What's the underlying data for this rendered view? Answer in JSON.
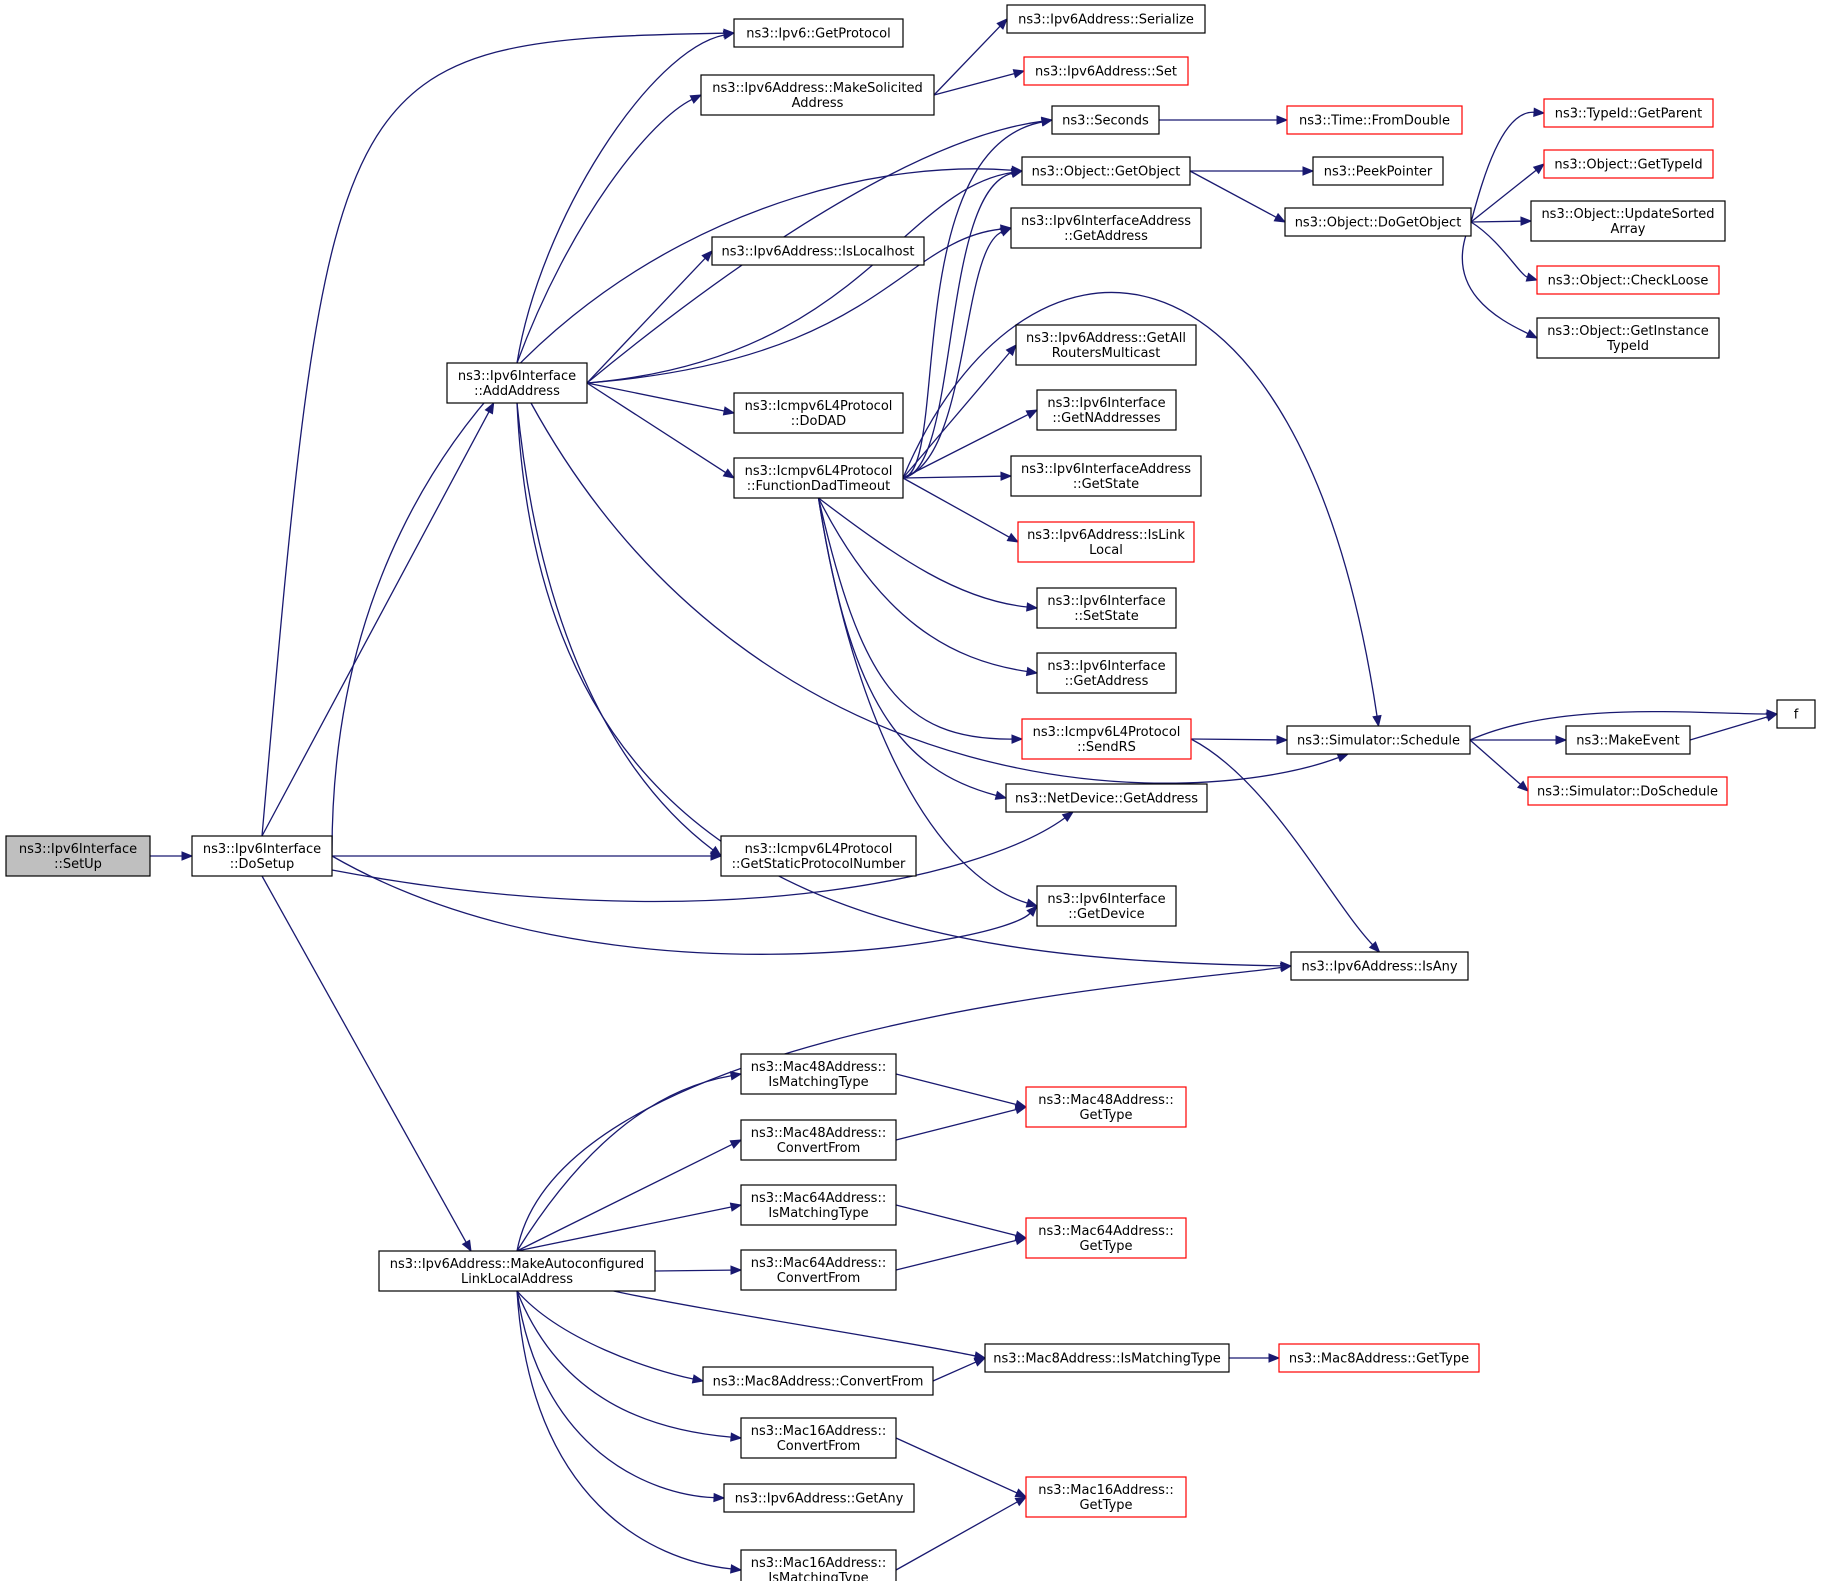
{
  "colors": {
    "edge": "#191970",
    "node_border": "#000000",
    "truncated_border": "#ff0000",
    "selected_fill": "#bfbfbf"
  },
  "nodes": [
    {
      "id": "setup",
      "lines": [
        "ns3::Ipv6Interface",
        "::SetUp"
      ],
      "root": true
    },
    {
      "id": "dosetup",
      "lines": [
        "ns3::Ipv6Interface",
        "::DoSetup"
      ]
    },
    {
      "id": "addaddress",
      "lines": [
        "ns3::Ipv6Interface",
        "::AddAddress"
      ]
    },
    {
      "id": "makeautoconf",
      "lines": [
        "ns3::Ipv6Address::MakeAutoconfigured",
        "LinkLocalAddress"
      ]
    },
    {
      "id": "ipv6getprotocol",
      "lines": [
        "ns3::Ipv6::GetProtocol"
      ]
    },
    {
      "id": "makesolicited",
      "lines": [
        "ns3::Ipv6Address::MakeSolicited",
        "Address"
      ]
    },
    {
      "id": "islocalhost",
      "lines": [
        "ns3::Ipv6Address::IsLocalhost"
      ]
    },
    {
      "id": "dodad",
      "lines": [
        "ns3::Icmpv6L4Protocol",
        "::DoDAD"
      ]
    },
    {
      "id": "functiondad",
      "lines": [
        "ns3::Icmpv6L4Protocol",
        "::FunctionDadTimeout"
      ]
    },
    {
      "id": "getstaticproto",
      "lines": [
        "ns3::Icmpv6L4Protocol",
        "::GetStaticProtocolNumber"
      ]
    },
    {
      "id": "mac48ismatch",
      "lines": [
        "ns3::Mac48Address::",
        "IsMatchingType"
      ]
    },
    {
      "id": "mac48convert",
      "lines": [
        "ns3::Mac48Address::",
        "ConvertFrom"
      ]
    },
    {
      "id": "mac64ismatch",
      "lines": [
        "ns3::Mac64Address::",
        "IsMatchingType"
      ]
    },
    {
      "id": "mac64convert",
      "lines": [
        "ns3::Mac64Address::",
        "ConvertFrom"
      ]
    },
    {
      "id": "mac8convert",
      "lines": [
        "ns3::Mac8Address::ConvertFrom"
      ]
    },
    {
      "id": "mac16convert",
      "lines": [
        "ns3::Mac16Address::",
        "ConvertFrom"
      ]
    },
    {
      "id": "getany",
      "lines": [
        "ns3::Ipv6Address::GetAny"
      ]
    },
    {
      "id": "mac16ismatch",
      "lines": [
        "ns3::Mac16Address::",
        "IsMatchingType"
      ]
    },
    {
      "id": "serialize",
      "lines": [
        "ns3::Ipv6Address::Serialize"
      ]
    },
    {
      "id": "ipv6set",
      "lines": [
        "ns3::Ipv6Address::Set"
      ],
      "truncated": true
    },
    {
      "id": "seconds",
      "lines": [
        "ns3::Seconds"
      ]
    },
    {
      "id": "getobject",
      "lines": [
        "ns3::Object::GetObject"
      ]
    },
    {
      "id": "ifaddrgetaddress",
      "lines": [
        "ns3::Ipv6InterfaceAddress",
        "::GetAddress"
      ]
    },
    {
      "id": "getallrouters",
      "lines": [
        "ns3::Ipv6Address::GetAll",
        "RoutersMulticast"
      ]
    },
    {
      "id": "getnaddresses",
      "lines": [
        "ns3::Ipv6Interface",
        "::GetNAddresses"
      ]
    },
    {
      "id": "ifaddrgetstate",
      "lines": [
        "ns3::Ipv6InterfaceAddress",
        "::GetState"
      ]
    },
    {
      "id": "islinklocal",
      "lines": [
        "ns3::Ipv6Address::IsLink",
        "Local"
      ],
      "truncated": true
    },
    {
      "id": "setstate",
      "lines": [
        "ns3::Ipv6Interface",
        "::SetState"
      ]
    },
    {
      "id": "ifgetaddress",
      "lines": [
        "ns3::Ipv6Interface",
        "::GetAddress"
      ]
    },
    {
      "id": "sendrs",
      "lines": [
        "ns3::Icmpv6L4Protocol",
        "::SendRS"
      ],
      "truncated": true
    },
    {
      "id": "netdevgetaddress",
      "lines": [
        "ns3::NetDevice::GetAddress"
      ]
    },
    {
      "id": "getdevice",
      "lines": [
        "ns3::Ipv6Interface",
        "::GetDevice"
      ]
    },
    {
      "id": "mac48gettype",
      "lines": [
        "ns3::Mac48Address::",
        "GetType"
      ],
      "truncated": true
    },
    {
      "id": "mac64gettype",
      "lines": [
        "ns3::Mac64Address::",
        "GetType"
      ],
      "truncated": true
    },
    {
      "id": "mac8ismatch",
      "lines": [
        "ns3::Mac8Address::IsMatchingType"
      ]
    },
    {
      "id": "mac16gettype",
      "lines": [
        "ns3::Mac16Address::",
        "GetType"
      ],
      "truncated": true
    },
    {
      "id": "fromdouble",
      "lines": [
        "ns3::Time::FromDouble"
      ],
      "truncated": true
    },
    {
      "id": "peekpointer",
      "lines": [
        "ns3::PeekPointer"
      ]
    },
    {
      "id": "dogetobject",
      "lines": [
        "ns3::Object::DoGetObject"
      ]
    },
    {
      "id": "schedule",
      "lines": [
        "ns3::Simulator::Schedule"
      ]
    },
    {
      "id": "isany",
      "lines": [
        "ns3::Ipv6Address::IsAny"
      ]
    },
    {
      "id": "mac8gettype",
      "lines": [
        "ns3::Mac8Address::GetType"
      ],
      "truncated": true
    },
    {
      "id": "getparent",
      "lines": [
        "ns3::TypeId::GetParent"
      ],
      "truncated": true
    },
    {
      "id": "gettypeid",
      "lines": [
        "ns3::Object::GetTypeId"
      ],
      "truncated": true
    },
    {
      "id": "updatesorted",
      "lines": [
        "ns3::Object::UpdateSorted",
        "Array"
      ]
    },
    {
      "id": "checkloose",
      "lines": [
        "ns3::Object::CheckLoose"
      ],
      "truncated": true
    },
    {
      "id": "getinstance",
      "lines": [
        "ns3::Object::GetInstance",
        "TypeId"
      ]
    },
    {
      "id": "makeevent",
      "lines": [
        "ns3::MakeEvent"
      ]
    },
    {
      "id": "doschedule",
      "lines": [
        "ns3::Simulator::DoSchedule"
      ],
      "truncated": true
    },
    {
      "id": "f",
      "lines": [
        "f"
      ]
    }
  ],
  "edges": [
    [
      "setup",
      "dosetup"
    ],
    [
      "dosetup",
      "ipv6getprotocol"
    ],
    [
      "dosetup",
      "addaddress"
    ],
    [
      "dosetup",
      "getobject"
    ],
    [
      "dosetup",
      "getstaticproto"
    ],
    [
      "dosetup",
      "netdevgetaddress"
    ],
    [
      "dosetup",
      "getdevice"
    ],
    [
      "dosetup",
      "makeautoconf"
    ],
    [
      "addaddress",
      "ipv6getprotocol"
    ],
    [
      "addaddress",
      "makesolicited"
    ],
    [
      "addaddress",
      "seconds"
    ],
    [
      "addaddress",
      "getobject"
    ],
    [
      "addaddress",
      "islocalhost"
    ],
    [
      "addaddress",
      "ifaddrgetaddress"
    ],
    [
      "addaddress",
      "dodad"
    ],
    [
      "addaddress",
      "functiondad"
    ],
    [
      "addaddress",
      "getstaticproto"
    ],
    [
      "addaddress",
      "schedule"
    ],
    [
      "addaddress",
      "isany"
    ],
    [
      "makesolicited",
      "serialize"
    ],
    [
      "makesolicited",
      "ipv6set"
    ],
    [
      "functiondad",
      "seconds"
    ],
    [
      "functiondad",
      "getobject"
    ],
    [
      "functiondad",
      "ifaddrgetaddress"
    ],
    [
      "functiondad",
      "schedule"
    ],
    [
      "functiondad",
      "getallrouters"
    ],
    [
      "functiondad",
      "getnaddresses"
    ],
    [
      "functiondad",
      "ifaddrgetstate"
    ],
    [
      "functiondad",
      "islinklocal"
    ],
    [
      "functiondad",
      "setstate"
    ],
    [
      "functiondad",
      "ifgetaddress"
    ],
    [
      "functiondad",
      "sendrs"
    ],
    [
      "functiondad",
      "netdevgetaddress"
    ],
    [
      "functiondad",
      "getdevice"
    ],
    [
      "seconds",
      "fromdouble"
    ],
    [
      "getobject",
      "peekpointer"
    ],
    [
      "getobject",
      "dogetobject"
    ],
    [
      "dogetobject",
      "getparent"
    ],
    [
      "dogetobject",
      "gettypeid"
    ],
    [
      "dogetobject",
      "updatesorted"
    ],
    [
      "dogetobject",
      "checkloose"
    ],
    [
      "dogetobject",
      "getinstance"
    ],
    [
      "sendrs",
      "schedule"
    ],
    [
      "sendrs",
      "isany"
    ],
    [
      "schedule",
      "f"
    ],
    [
      "schedule",
      "makeevent"
    ],
    [
      "schedule",
      "doschedule"
    ],
    [
      "makeevent",
      "f"
    ],
    [
      "makeautoconf",
      "isany"
    ],
    [
      "makeautoconf",
      "mac48ismatch"
    ],
    [
      "makeautoconf",
      "mac48convert"
    ],
    [
      "makeautoconf",
      "mac64ismatch"
    ],
    [
      "makeautoconf",
      "mac64convert"
    ],
    [
      "makeautoconf",
      "mac8ismatch"
    ],
    [
      "makeautoconf",
      "mac8convert"
    ],
    [
      "makeautoconf",
      "mac16convert"
    ],
    [
      "makeautoconf",
      "getany"
    ],
    [
      "makeautoconf",
      "mac16ismatch"
    ],
    [
      "mac48ismatch",
      "mac48gettype"
    ],
    [
      "mac48convert",
      "mac48gettype"
    ],
    [
      "mac64ismatch",
      "mac64gettype"
    ],
    [
      "mac64convert",
      "mac64gettype"
    ],
    [
      "mac8convert",
      "mac8ismatch"
    ],
    [
      "mac8ismatch",
      "mac8gettype"
    ],
    [
      "mac16convert",
      "mac16gettype"
    ],
    [
      "mac16ismatch",
      "mac16gettype"
    ]
  ]
}
